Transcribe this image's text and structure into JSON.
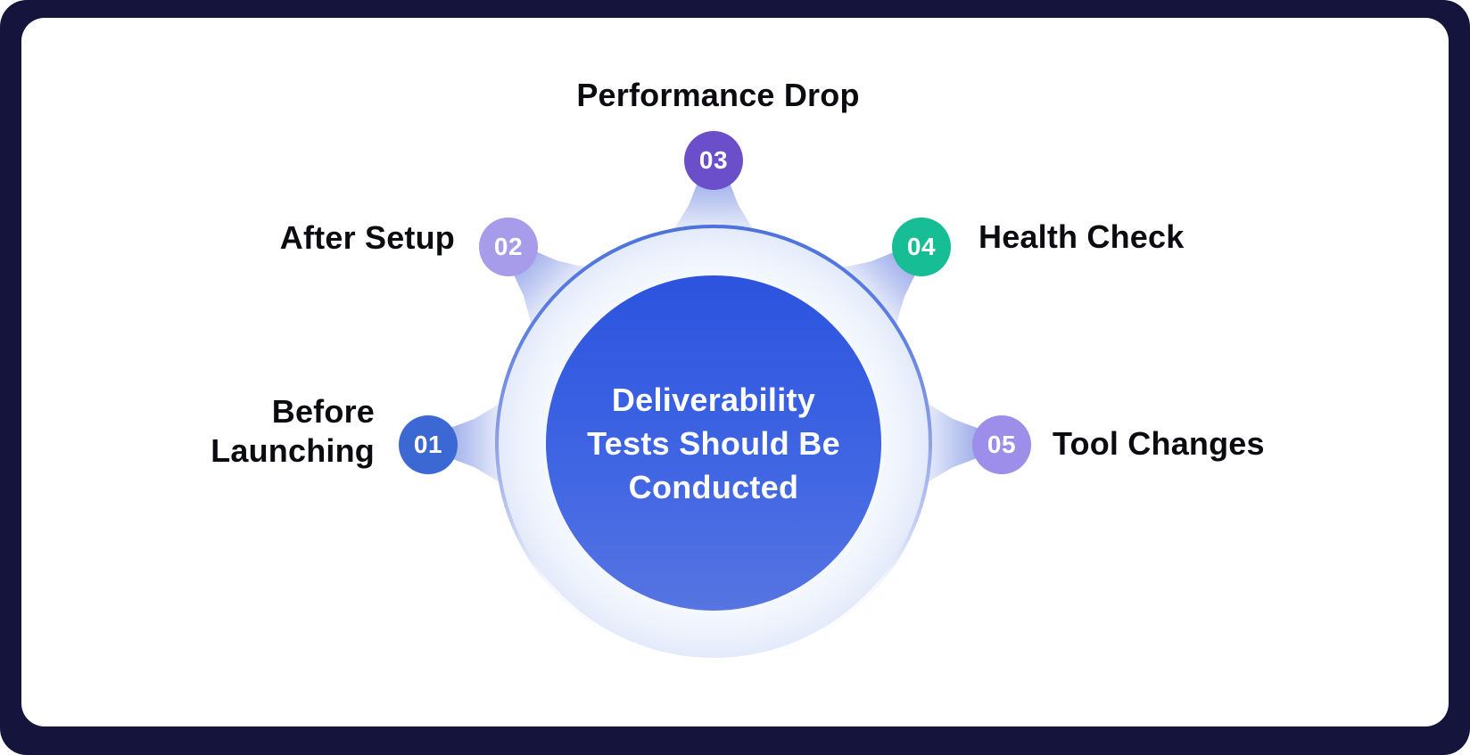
{
  "colors": {
    "frame": "#14143C",
    "panel": "#FFFFFF",
    "center_circle_top": "#2C53DE",
    "center_circle_bottom": "#5674E2",
    "ring_border": "#4C72DB",
    "connector": "#96A6E8",
    "label_text": "#0B0B12",
    "center_text": "#FFFFFF"
  },
  "diagram": {
    "center_title_lines": [
      "Deliverability",
      "Tests Should Be",
      "Conducted"
    ],
    "nodes": [
      {
        "number": "01",
        "label": "Before Launching",
        "color": "#3B68D3"
      },
      {
        "number": "02",
        "label": "After Setup",
        "color": "#A79CE9"
      },
      {
        "number": "03",
        "label": "Performance Drop",
        "color": "#6B4EC9"
      },
      {
        "number": "04",
        "label": "Health Check",
        "color": "#17BD95"
      },
      {
        "number": "05",
        "label": "Tool Changes",
        "color": "#9C8EE9"
      }
    ]
  }
}
